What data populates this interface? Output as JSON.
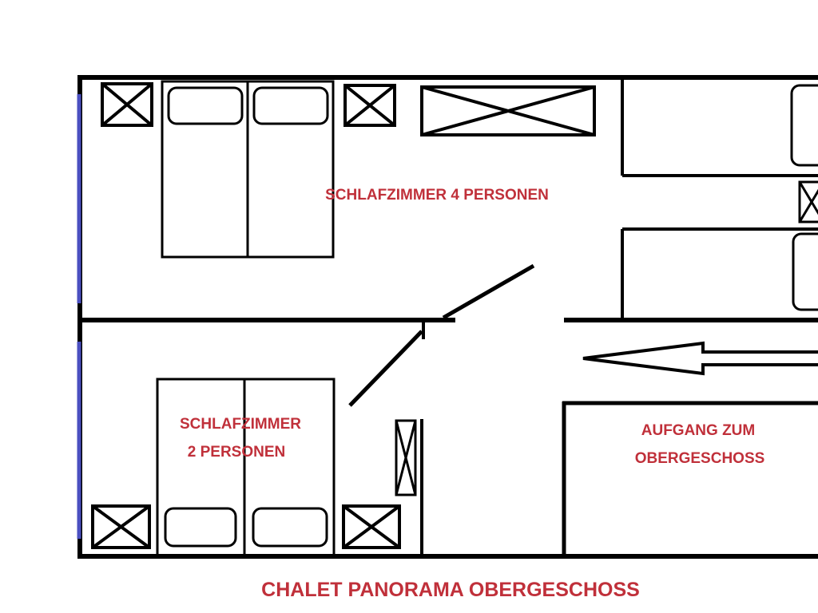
{
  "plan": {
    "title": "CHALET PANORAMA OBERGESCHOSS",
    "rooms": {
      "bedroom_4": "SCHLAFZIMMER 4 PERSONEN",
      "bedroom_2_line1": "SCHLAFZIMMER",
      "bedroom_2_line2": "2 PERSONEN",
      "stairs_line1": "AUFGANG ZUM",
      "stairs_line2": "OBERGESCHOSS"
    },
    "colors": {
      "label": "#c0303a",
      "window": "#4a4fc0",
      "wall": "#000000"
    }
  }
}
